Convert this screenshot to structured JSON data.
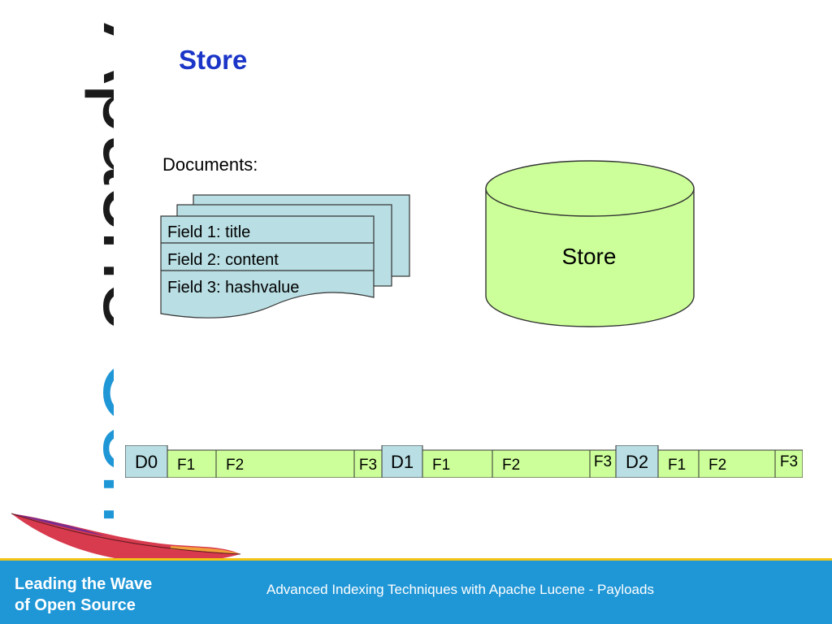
{
  "slide": {
    "title": "Store",
    "documents_label": "Documents:",
    "fields": [
      "Field 1: title",
      "Field 2: content",
      "Field 3: hashvalue"
    ],
    "store_label": "Store",
    "strip": [
      {
        "label": "D0",
        "kind": "doc"
      },
      {
        "label": "F1",
        "kind": "field"
      },
      {
        "label": "F2",
        "kind": "field"
      },
      {
        "label": "F3",
        "kind": "field"
      },
      {
        "label": "D1",
        "kind": "doc"
      },
      {
        "label": "F1",
        "kind": "field"
      },
      {
        "label": "F2",
        "kind": "field"
      },
      {
        "label": "F3",
        "kind": "field"
      },
      {
        "label": "D2",
        "kind": "doc"
      },
      {
        "label": "F1",
        "kind": "field"
      },
      {
        "label": "F2",
        "kind": "field"
      },
      {
        "label": "F3",
        "kind": "field"
      }
    ]
  },
  "branding": {
    "logo_text_apache": "Apache",
    "logo_text_con": "Con",
    "tagline_line1": "Leading the Wave",
    "tagline_line2": "of Open Source",
    "footer_caption": "Advanced Indexing Techniques with Apache Lucene - Payloads"
  },
  "colors": {
    "title": "#1a35c7",
    "doc_fill": "#b9dee3",
    "store_fill": "#ccff99",
    "field_fill": "#ccff99",
    "footer": "#1f96d6",
    "footer_stripe": "#f2c414",
    "logo_con": "#1f96d6"
  }
}
